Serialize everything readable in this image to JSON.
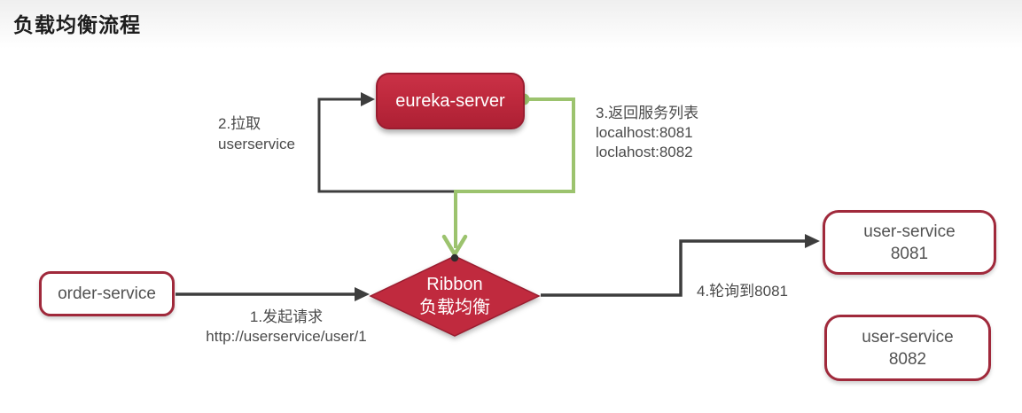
{
  "page": {
    "title": "负载均衡流程"
  },
  "colors": {
    "node_red_fill": "#c02a3e",
    "node_red_fill_light": "#ca3147",
    "node_red_border": "#9a1d30",
    "white_node_border": "#a0293b",
    "green_line": "#9cc36e",
    "dark_line": "#3d3d3d",
    "label_text": "#4a4a4a",
    "node_text_dark": "#525252",
    "title_text": "#1d1d1d"
  },
  "nodes": {
    "eureka_server": {
      "label": "eureka-server"
    },
    "order_service": {
      "label": "order-service"
    },
    "ribbon": {
      "line1": "Ribbon",
      "line2": "负载均衡"
    },
    "user_service_8081": {
      "line1": "user-service",
      "line2": "8081"
    },
    "user_service_8082": {
      "line1": "user-service",
      "line2": "8082"
    }
  },
  "edges": {
    "request": {
      "line1": "1.发起请求",
      "line2": "http://userservice/user/1"
    },
    "pull": {
      "line1": "2.拉取",
      "line2": "userservice"
    },
    "return_list": {
      "line1": "3.返回服务列表",
      "line2": "localhost:8081",
      "line3": "loclahost:8082"
    },
    "round_robin": {
      "label": "4.轮询到8081"
    }
  }
}
